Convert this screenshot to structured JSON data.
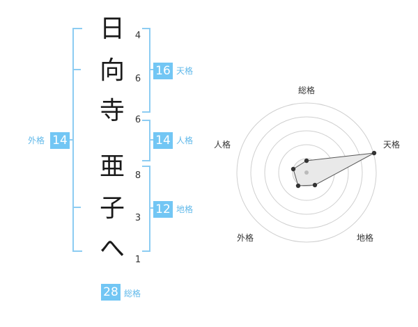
{
  "characters": [
    {
      "char": "日",
      "strokes": "4"
    },
    {
      "char": "向",
      "strokes": "6"
    },
    {
      "char": "寺",
      "strokes": "6"
    },
    {
      "char": "亜",
      "strokes": "8"
    },
    {
      "char": "子",
      "strokes": "3"
    },
    {
      "char": "へ",
      "strokes": "1"
    }
  ],
  "fortunes": {
    "tenkaku": {
      "value": "16",
      "label": "天格"
    },
    "jinkaku": {
      "value": "14",
      "label": "人格"
    },
    "chikaku": {
      "value": "12",
      "label": "地格"
    },
    "gaikaku": {
      "value": "14",
      "label": "外格"
    },
    "soukaku": {
      "value": "28",
      "label": "総格"
    }
  },
  "radar": {
    "axes": [
      "総格",
      "天格",
      "地格",
      "外格",
      "人格"
    ],
    "colors": {
      "ring": "#cfcfcf",
      "fill": "#e8e8e8",
      "stroke": "#555555",
      "point": "#333333"
    }
  }
}
